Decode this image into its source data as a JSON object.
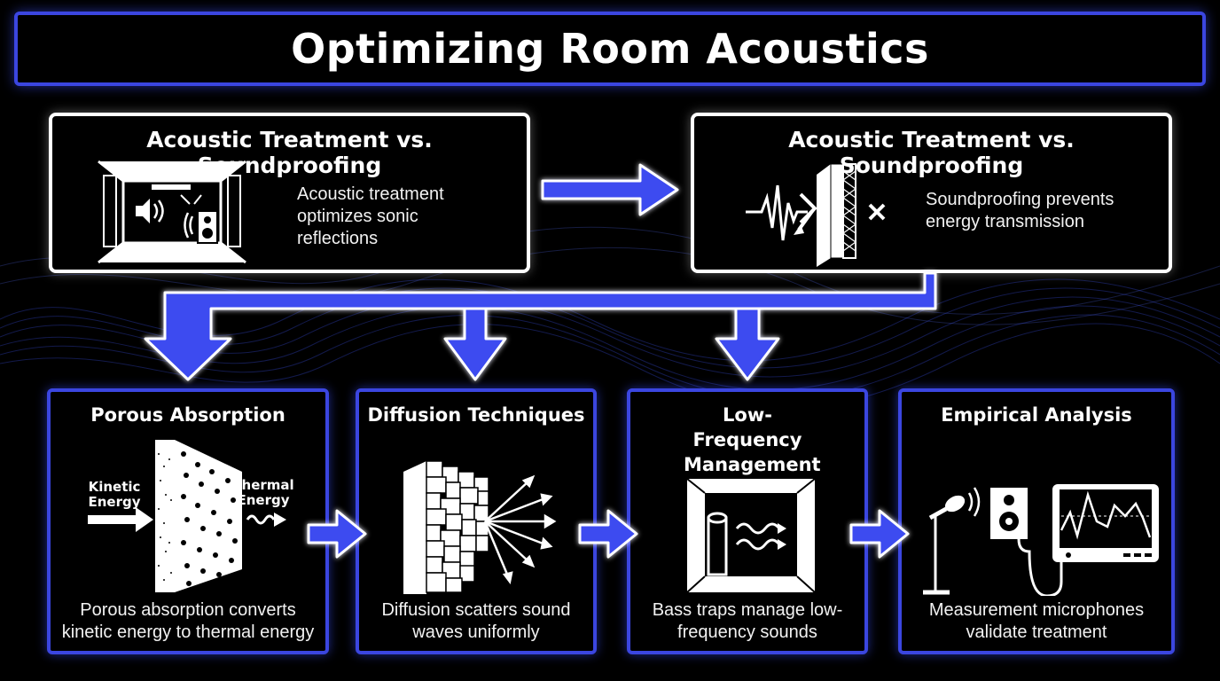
{
  "title": "Optimizing Room Acoustics",
  "top_left": {
    "heading": "Acoustic Treatment vs. Soundproofing",
    "description": "Acoustic treatment optimizes sonic reflections",
    "icon": "room-speaker-icon"
  },
  "top_right": {
    "heading": "Acoustic Treatment vs. Soundproofing",
    "description": "Soundproofing prevents energy transmission",
    "icon": "wall-block-icon"
  },
  "panels": [
    {
      "heading": "Porous Absorption",
      "description": "Porous absorption converts kinetic energy to thermal energy",
      "label_in": "Kinetic Energy",
      "label_out": "Thermal Energy",
      "icon": "porous-panel-icon"
    },
    {
      "heading": "Diffusion Techniques",
      "description": "Diffusion scatters sound waves uniformly",
      "icon": "diffuser-icon"
    },
    {
      "heading": "Low-Frequency Management",
      "description": "Bass traps manage low-frequency sounds",
      "icon": "bass-trap-icon"
    },
    {
      "heading": "Empirical Analysis",
      "description": "Measurement microphones validate treatment",
      "icon": "measurement-setup-icon"
    }
  ],
  "colors": {
    "accent_blue": "#3b46e0",
    "arrow_blue": "#3c4cf0",
    "background": "#000000",
    "text": "#ffffff"
  }
}
